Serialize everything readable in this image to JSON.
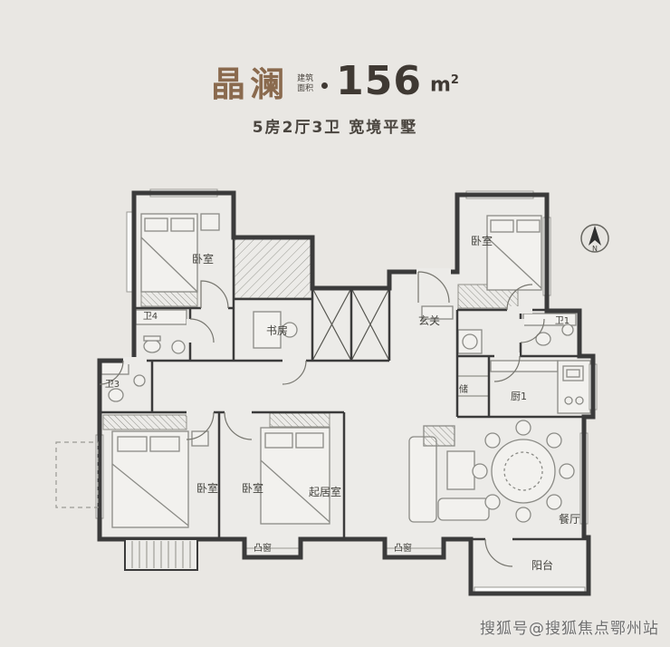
{
  "header": {
    "title": "晶澜",
    "area_label_top": "建筑",
    "area_label_bottom": "面积",
    "area_value": "156",
    "area_unit_base": "m",
    "area_unit_sup": "2",
    "subtitle": "5房2厅3卫 宽境平墅"
  },
  "plan": {
    "rooms": {
      "bedroom_top_left": "卧室",
      "bedroom_top_right": "卧室",
      "bath4": "卫4",
      "bath3": "卫3",
      "bath1": "卫1",
      "study": "书房",
      "foyer": "玄关",
      "storage": "储",
      "kitchen": "厨1",
      "bedroom_bottom_left": "卧室",
      "bedroom_bottom_mid": "卧室",
      "living_room": "起居室",
      "dining_room": "餐厅",
      "balcony": "阳台",
      "bay_window_left": "凸窗",
      "bay_window_right": "凸窗"
    },
    "compass": "N"
  },
  "watermark": "搜狐号@搜狐焦点鄂州站",
  "colors": {
    "accent_brown": "#8a6a4e",
    "text_dark": "#3f3933",
    "wall": "#3b3b3b",
    "background": "#e9e7e3"
  }
}
